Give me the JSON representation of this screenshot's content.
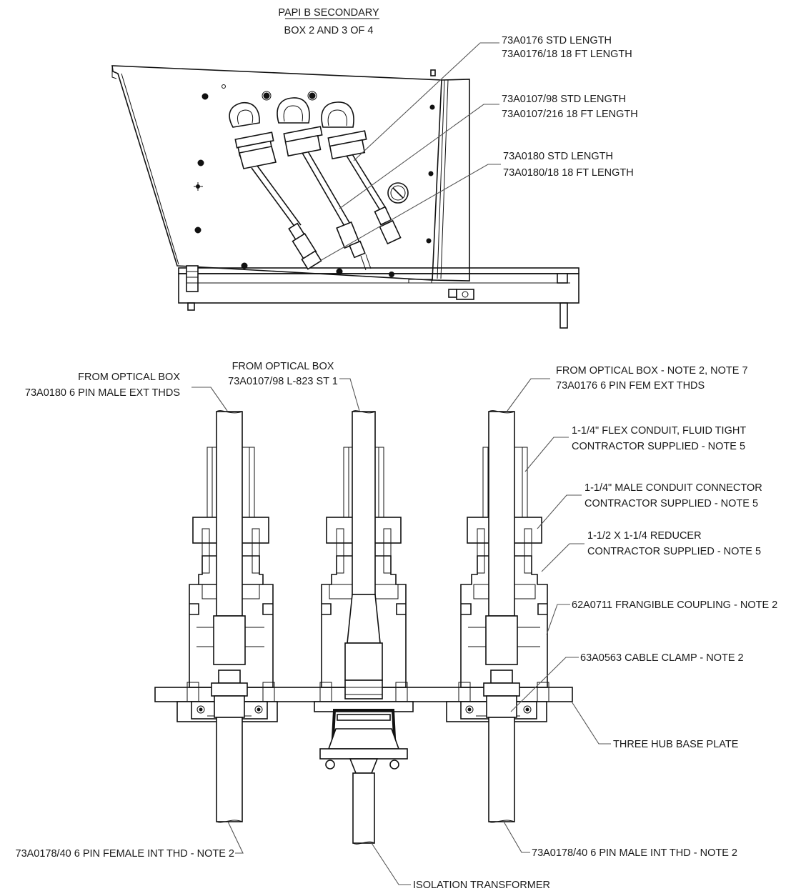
{
  "top_view": {
    "title": "PAPI B SECONDARY",
    "subtitle": "BOX 2 AND 3 OF 4",
    "callouts": [
      {
        "line1": "73A0176 STD LENGTH",
        "line2": "73A0176/18 18 FT LENGTH"
      },
      {
        "line1": "73A0107/98 STD LENGTH",
        "line2": "73A0107/216 18 FT LENGTH"
      },
      {
        "line1": "73A0180 STD LENGTH",
        "line2": "73A0180/18 18 FT LENGTH"
      }
    ]
  },
  "bottom_view": {
    "left_source": {
      "line1": "FROM OPTICAL BOX",
      "line2": "73A0180 6 PIN MALE EXT THDS"
    },
    "center_source": {
      "line1": "FROM OPTICAL BOX",
      "line2": "73A0107/98 L-823 ST 1"
    },
    "right_source": {
      "line1": "FROM OPTICAL BOX - NOTE 2, NOTE 7",
      "line2": "73A0176 6 PIN FEM EXT THDS"
    },
    "callouts": [
      {
        "line1": "1-1/4\" FLEX CONDUIT, FLUID TIGHT",
        "line2": "CONTRACTOR SUPPLIED - NOTE 5"
      },
      {
        "line1": "1-1/4\" MALE CONDUIT CONNECTOR",
        "line2": "CONTRACTOR SUPPLIED - NOTE 5"
      },
      {
        "line1": "1-1/2 X 1-1/4 REDUCER",
        "line2": "CONTRACTOR SUPPLIED - NOTE 5"
      },
      {
        "line1": "62A0711 FRANGIBLE COUPLING - NOTE 2"
      },
      {
        "line1": "63A0563 CABLE CLAMP - NOTE 2"
      },
      {
        "line1": "THREE HUB BASE PLATE"
      }
    ],
    "bottom_left": "73A0178/40 6 PIN FEMALE INT THD - NOTE 2",
    "bottom_right": "73A0178/40 6 PIN MALE INT THD - NOTE 2",
    "bottom_center": "ISOLATION TRANSFORMER"
  }
}
